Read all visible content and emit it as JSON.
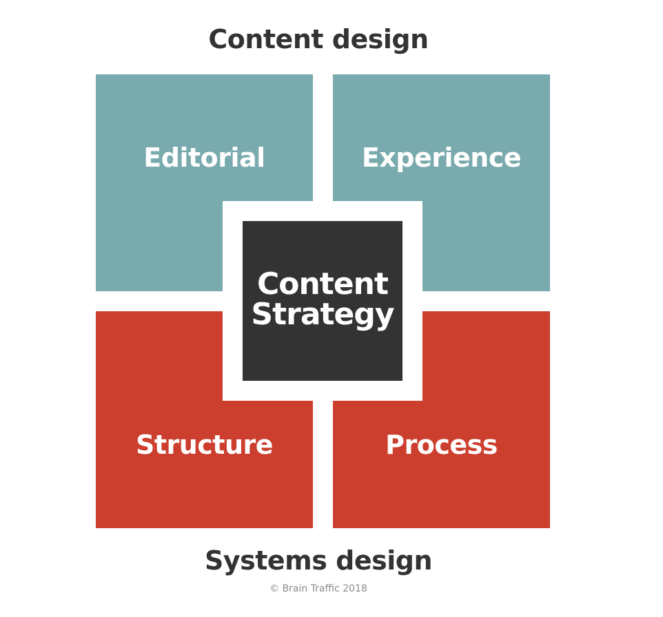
{
  "top_heading": "Content design",
  "bottom_heading": "Systems design",
  "quadrants": {
    "top_left": "Editorial",
    "top_right": "Experience",
    "bottom_left": "Structure",
    "bottom_right": "Process"
  },
  "center": {
    "line1": "Content",
    "line2": "Strategy"
  },
  "copyright": "© Brain Traffic 2018",
  "colors": {
    "teal": "#79aaad",
    "red": "#cc3f2e",
    "dark": "#333333",
    "text": "#333333"
  }
}
